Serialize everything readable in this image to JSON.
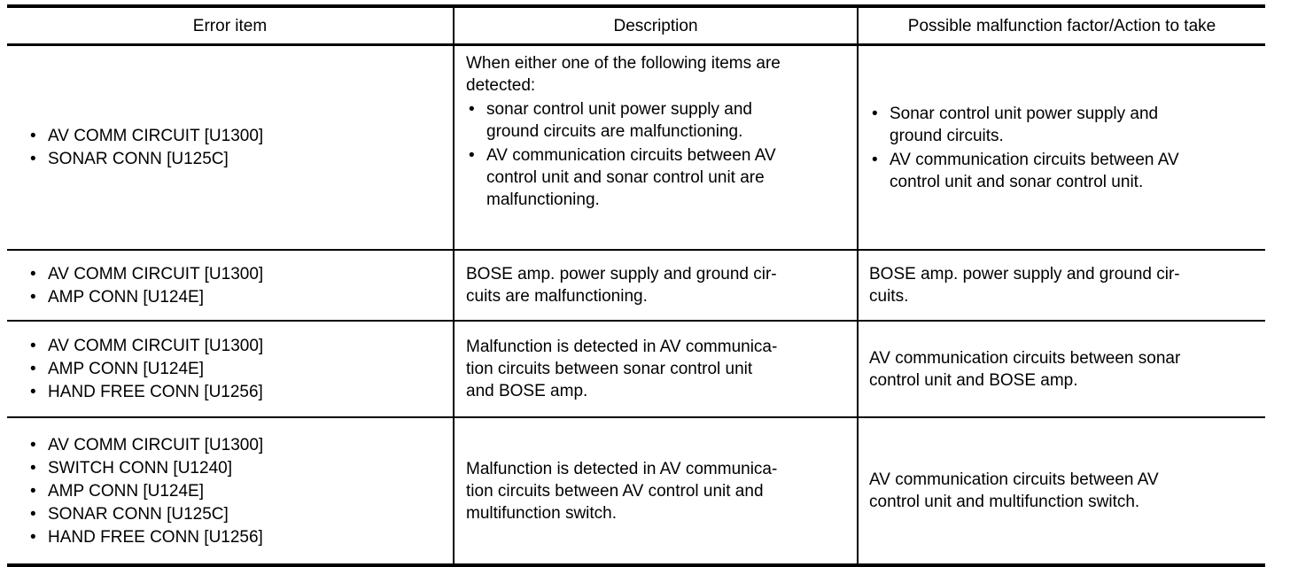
{
  "table": {
    "headers": [
      "Error item",
      "Description",
      "Possible malfunction factor/Action to take"
    ],
    "rows": [
      {
        "error_items": [
          "AV COMM CIRCUIT [U1300]",
          "SONAR CONN [U125C]"
        ],
        "description_intro": "When either one of the following items are\ndetected:",
        "description_items": [
          "sonar control unit power supply and\nground circuits are malfunctioning.",
          "AV communication circuits between AV\ncontrol unit and sonar control unit are\nmalfunctioning."
        ],
        "action_items": [
          "Sonar control unit power supply and\nground circuits.",
          "AV communication circuits between AV\ncontrol unit and sonar control unit."
        ]
      },
      {
        "error_items": [
          "AV COMM CIRCUIT [U1300]",
          "AMP CONN [U124E]"
        ],
        "description": "BOSE amp. power supply and ground cir-\ncuits are malfunctioning.",
        "action": "BOSE amp. power supply and ground cir-\ncuits."
      },
      {
        "error_items": [
          "AV COMM CIRCUIT [U1300]",
          "AMP CONN [U124E]",
          "HAND FREE CONN [U1256]"
        ],
        "description": "Malfunction is detected in AV communica-\ntion circuits between sonar control unit\nand BOSE amp.",
        "action": "AV communication circuits between sonar\ncontrol unit and BOSE amp."
      },
      {
        "error_items": [
          "AV COMM CIRCUIT [U1300]",
          "SWITCH CONN [U1240]",
          "AMP CONN [U124E]",
          "SONAR CONN [U125C]",
          "HAND FREE CONN [U1256]"
        ],
        "description": "Malfunction is detected in AV communica-\ntion circuits between AV control unit and\nmultifunction switch.",
        "action": "AV communication circuits between AV\ncontrol unit and multifunction switch."
      }
    ],
    "colors": {
      "border": "#000000",
      "text": "#000000",
      "background": "#ffffff"
    }
  }
}
